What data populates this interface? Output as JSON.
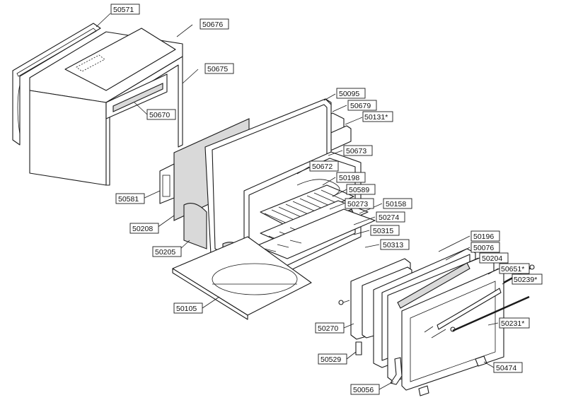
{
  "diagram": {
    "type": "exploded parts view",
    "part_labels": [
      "50571",
      "50676",
      "50675",
      "50670",
      "50095",
      "50679",
      "50131*",
      "50673",
      "50672",
      "50198",
      "50589",
      "50273",
      "50158",
      "50274",
      "50315",
      "50313",
      "50581",
      "50208",
      "50205",
      "50105",
      "50196",
      "50076",
      "50204",
      "50651*",
      "50239*",
      "50231*",
      "50270",
      "50529",
      "50474",
      "50056"
    ]
  }
}
